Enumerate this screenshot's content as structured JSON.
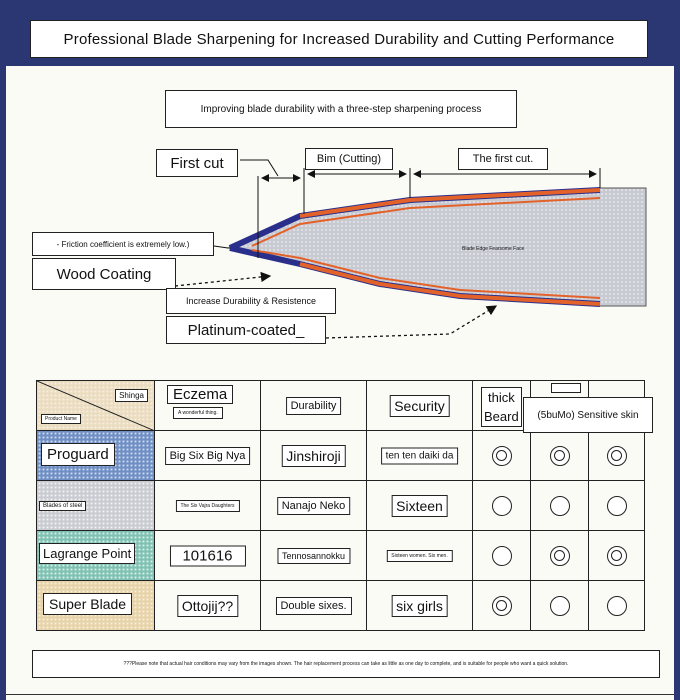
{
  "title": "Professional Blade Sharpening for Increased Durability and Cutting Performance",
  "subtitle": "Improving blade durability with a three-step sharpening process",
  "diagram": {
    "first_cut": "First cut",
    "bim": "Bim (Cutting)",
    "the_first_cut": "The first cut.",
    "friction": "- Friction coefficient is extremely low.)",
    "wood_coating": "Wood Coating",
    "blade_face": "Blade Edge Fearsome Face",
    "durability": "Increase Durability & Resistence",
    "platinum": "Platinum-coated_"
  },
  "table": {
    "corner_top": "Shinga",
    "corner_bottom": "Product Name",
    "headers": {
      "eczema": "Eczema",
      "eczema_sub": "A wonderful thing.",
      "durability": "Durability",
      "security": "Security",
      "thick": "thick",
      "beard": "Beard",
      "sensitive": "(5buMo) Sensitive skin"
    },
    "rows": [
      {
        "name": "Proguard",
        "c1": "Big Six Big Nya",
        "c2": "Jinshiroji",
        "c3": "ten ten daiki da",
        "marks": [
          "double",
          "double",
          "double"
        ]
      },
      {
        "name": "Blades of steel",
        "c1": "The Six Vajra Daughters",
        "c2": "Nanajo Neko",
        "c3": "Sixteen",
        "marks": [
          "single",
          "single",
          "single"
        ]
      },
      {
        "name": "Lagrange Point",
        "c1": "101616",
        "c2": "Tennosannokku",
        "c3": "Sixteen women. Six men.",
        "marks": [
          "single",
          "double",
          "double"
        ]
      },
      {
        "name": "Super Blade",
        "c1": "Ottojij??",
        "c2": "Double sixes.",
        "c3": "six girls",
        "marks": [
          "double",
          "single",
          "single"
        ]
      }
    ]
  },
  "note": "???Please note that actual hair conditions may vary from the images shown. The hair replacement process can take as little as one day to complete, and is suitable for people who want a quick solution."
}
